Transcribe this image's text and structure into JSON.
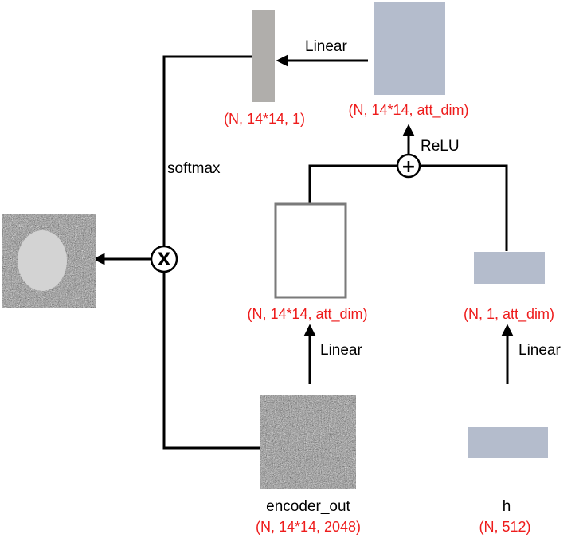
{
  "colors": {
    "wire": "#000000",
    "shape_label": "#ee1c1c",
    "att_block": "#b4bccc",
    "score_block": "#b0aeab",
    "hollow_block": "#7a7a7a"
  },
  "labels": {
    "linear_top": "Linear",
    "relu": "ReLU",
    "softmax": "softmax",
    "linear_encoder": "Linear",
    "linear_h": "Linear",
    "encoder_out": "encoder_out",
    "h": "h"
  },
  "shapes": {
    "scores": "(N, 14*14, 1)",
    "att_combined": "(N, 14*14, att_dim)",
    "att_encoder": "(N, 14*14, att_dim)",
    "att_decoder": "(N, 1, att_dim)",
    "encoder_out": "(N, 14*14, 2048)",
    "h": "(N, 512)"
  },
  "operators": {
    "add": "+",
    "multiply": "X"
  },
  "images": {
    "encoder_features": "noise-feature-map",
    "attention_output": "noise-map-with-ellipse"
  }
}
